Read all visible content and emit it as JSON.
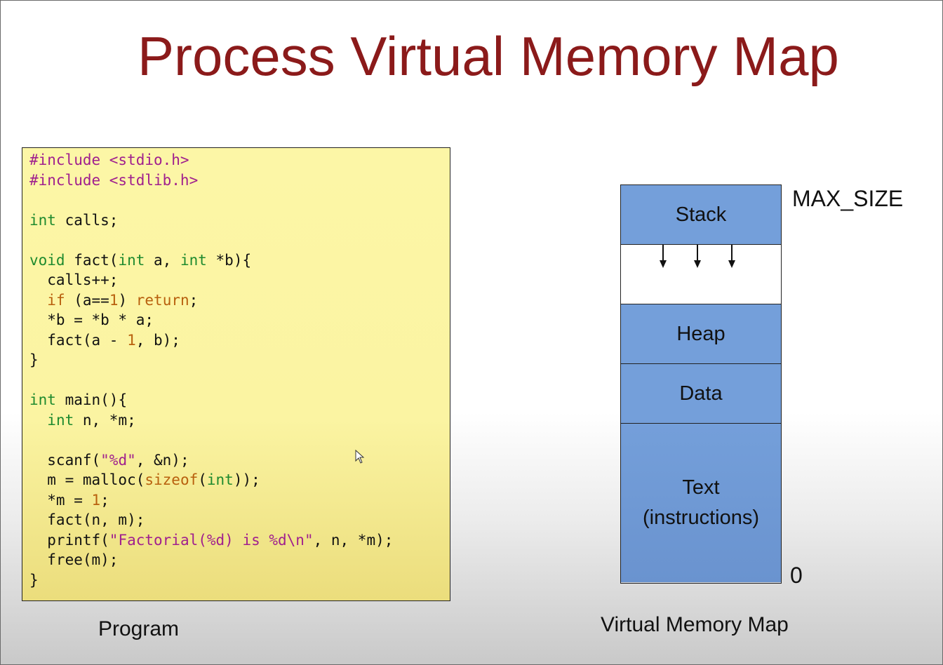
{
  "slide": {
    "title": "Process Virtual Memory Map"
  },
  "program": {
    "caption": "Program",
    "lines": [
      [
        {
          "t": "#include <stdio.h>",
          "c": "kw-pp"
        }
      ],
      [
        {
          "t": "#include <stdlib.h>",
          "c": "kw-pp"
        }
      ],
      [],
      [
        {
          "t": "int",
          "c": "kw-ty"
        },
        {
          "t": " calls;"
        }
      ],
      [],
      [
        {
          "t": "void",
          "c": "kw-ty"
        },
        {
          "t": " fact("
        },
        {
          "t": "int",
          "c": "kw-ty"
        },
        {
          "t": " a, "
        },
        {
          "t": "int",
          "c": "kw-ty"
        },
        {
          "t": " *b){"
        }
      ],
      [
        {
          "t": "  calls++;"
        }
      ],
      [
        {
          "t": "  "
        },
        {
          "t": "if",
          "c": "kw-ct"
        },
        {
          "t": " (a=="
        },
        {
          "t": "1",
          "c": "num"
        },
        {
          "t": ") "
        },
        {
          "t": "return",
          "c": "kw-ct"
        },
        {
          "t": ";"
        }
      ],
      [
        {
          "t": "  *b = *b * a;"
        }
      ],
      [
        {
          "t": "  fact(a - "
        },
        {
          "t": "1",
          "c": "num"
        },
        {
          "t": ", b);"
        }
      ],
      [
        {
          "t": "}"
        }
      ],
      [],
      [
        {
          "t": "int",
          "c": "kw-ty"
        },
        {
          "t": " main(){"
        }
      ],
      [
        {
          "t": "  "
        },
        {
          "t": "int",
          "c": "kw-ty"
        },
        {
          "t": " n, *m;"
        }
      ],
      [],
      [
        {
          "t": "  scanf("
        },
        {
          "t": "\"%d\"",
          "c": "str"
        },
        {
          "t": ", &n);"
        }
      ],
      [
        {
          "t": "  m = malloc("
        },
        {
          "t": "sizeof",
          "c": "kw-ct"
        },
        {
          "t": "("
        },
        {
          "t": "int",
          "c": "kw-ty"
        },
        {
          "t": "));"
        }
      ],
      [
        {
          "t": "  *m = "
        },
        {
          "t": "1",
          "c": "num"
        },
        {
          "t": ";"
        }
      ],
      [
        {
          "t": "  fact(n, m);"
        }
      ],
      [
        {
          "t": "  printf("
        },
        {
          "t": "\"Factorial(%d) is %d\\n\"",
          "c": "str"
        },
        {
          "t": ", n, *m);"
        }
      ],
      [
        {
          "t": "  free(m);"
        }
      ],
      [
        {
          "t": "}"
        }
      ]
    ]
  },
  "memory_map": {
    "caption": "Virtual Memory Map",
    "top_label": "MAX_SIZE",
    "bottom_label": "0",
    "segments": {
      "stack": "Stack",
      "heap": "Heap",
      "data": "Data",
      "text_line1": "Text",
      "text_line2": "(instructions)"
    }
  },
  "colors": {
    "title": "#8b1a1a",
    "segment_fill": "#749fda",
    "code_background": "#fcf6a6"
  }
}
